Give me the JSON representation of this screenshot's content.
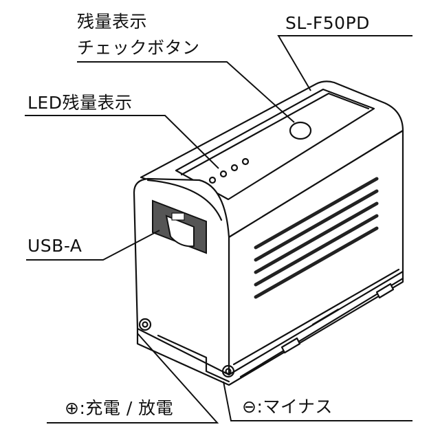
{
  "labels": {
    "remaining_check_button_line1": "残量表示",
    "remaining_check_button_line2": "チェックボタン",
    "model": "SL-F50PD",
    "led_indicator": "LED残量表示",
    "usb": "USB-A",
    "plus_terminal": "⊕:充電 / 放電",
    "minus_terminal": "⊖:マイナス"
  },
  "colors": {
    "stroke": "#111111",
    "body_fill": "#ffffff",
    "vent": "#222222"
  }
}
